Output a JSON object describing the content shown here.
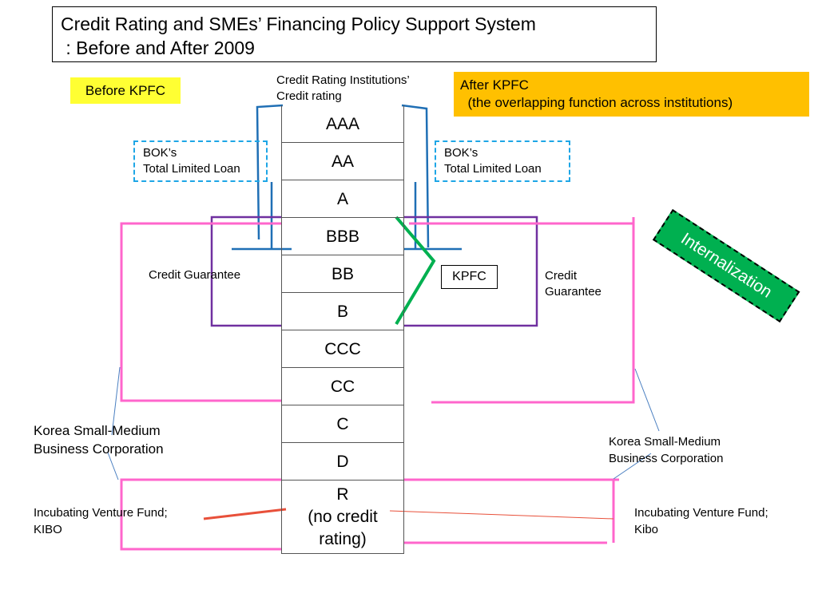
{
  "title": {
    "line1": "Credit Rating and SMEs’ Financing Policy Support System",
    "line2": " : Before and After 2009"
  },
  "before_label": "Before KPFC",
  "after_label": {
    "line1": "After KPFC",
    "line2": "  (the overlapping function across institutions)"
  },
  "credit_rating_header": {
    "line1": "Credit  Rating  Institutions’",
    "line2": "Credit  rating"
  },
  "ratings": [
    "AAA",
    "AA",
    "A",
    "BBB",
    "BB",
    "B",
    "CCC",
    "CC",
    "C",
    "D"
  ],
  "rating_last": {
    "line1": "R",
    "line2": "(no credit",
    "line3": "rating)"
  },
  "bok_left": {
    "line1": "BOK’s",
    "line2": "Total Limited Loan"
  },
  "bok_right": {
    "line1": "BOK’s",
    "line2": "Total Limited Loan"
  },
  "credit_guarantee_left": "Credit  Guarantee",
  "credit_guarantee_right": {
    "line1": "Credit",
    "line2": "Guarantee"
  },
  "kpfc": "KPFC",
  "internalization": "Internalization",
  "ksm_left": {
    "line1": "Korea Small-Medium",
    "line2": "Business Corporation"
  },
  "ksm_right": {
    "line1": "Korea Small-Medium",
    "line2": "Business Corporation"
  },
  "ivf_left": {
    "line1": "Incubating Venture Fund;",
    "line2": "KIBO"
  },
  "ivf_right": {
    "line1": "Incubating Venture Fund;",
    "line2": "Kibo"
  },
  "colors": {
    "bok_bracket": "#1f6fb5",
    "credit_guarantee_bracket": "#7030a0",
    "ksm_bracket": "#ff66cc",
    "kpfc_line": "#00b050",
    "ivf_pointer": "#e8503a"
  }
}
